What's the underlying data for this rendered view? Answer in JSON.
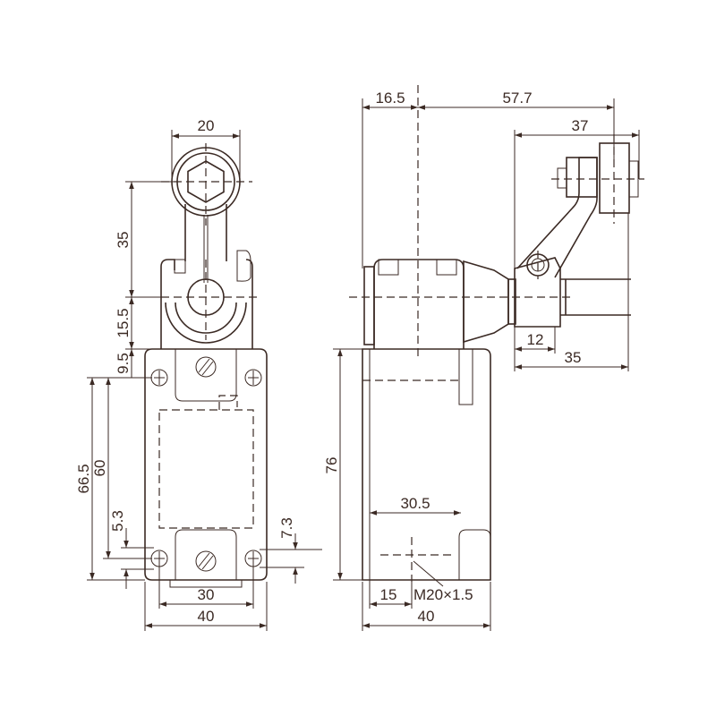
{
  "front_view": {
    "dims": {
      "roller_width": "20",
      "lever_length": "35",
      "pivot_height": "15.5",
      "hole_offset_top": "9.5",
      "overall_hole_span": "66.5",
      "hole_span": "60",
      "hole_offset_bottom": "5.3",
      "slot_offset": "7.3",
      "hole_pitch": "30",
      "body_width": "40"
    }
  },
  "side_view": {
    "dims": {
      "flange_offset": "16.5",
      "lever_reach": "57.7",
      "roller_reach": "37",
      "hub_width": "12",
      "arm_span": "35",
      "body_height": "76",
      "thread_depth": "30.5",
      "thread_offset": "15",
      "body_width": "40",
      "thread_spec": "M20×1.5"
    }
  },
  "colors": {
    "line": "#3b2a24",
    "background": "#ffffff"
  }
}
